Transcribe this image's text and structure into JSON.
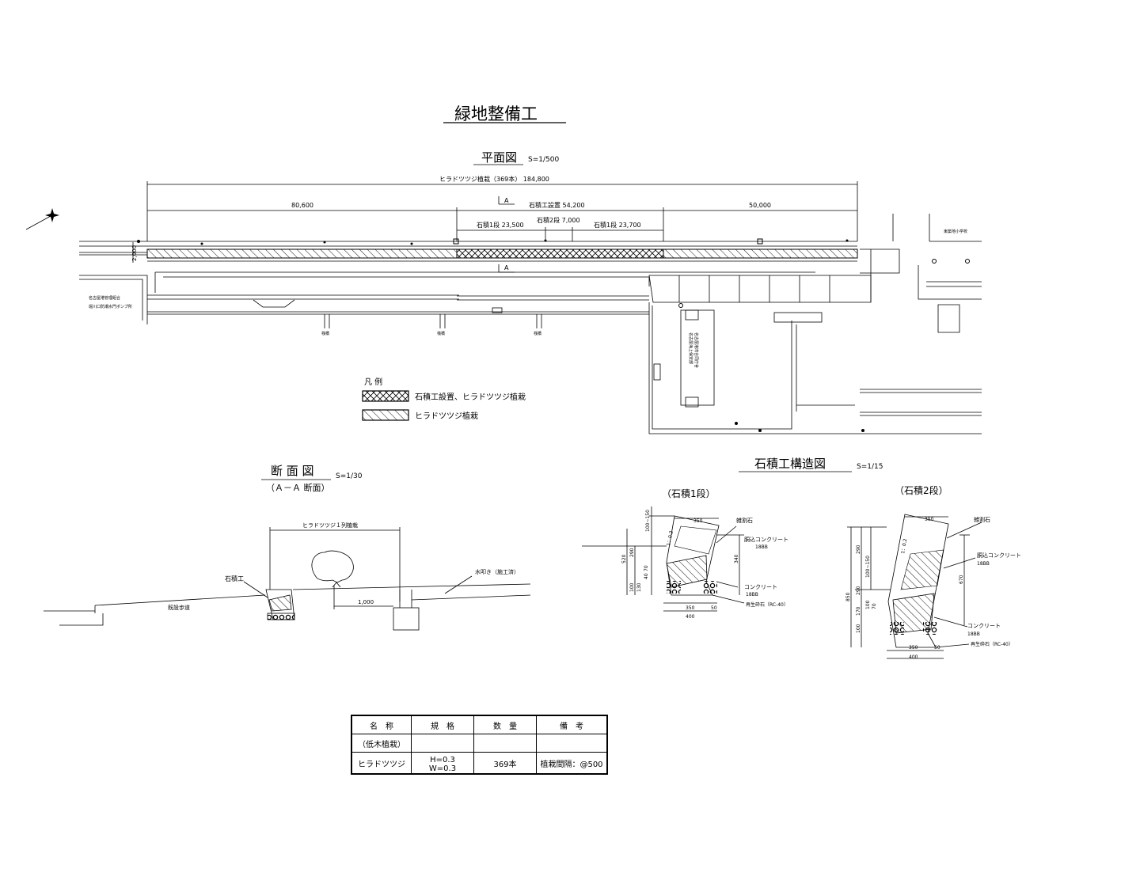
{
  "title": "緑地整備工",
  "plan": {
    "heading": "平面図",
    "scale": "S=1/500",
    "dims": {
      "total": "ヒラドツツジ植栽（369本） 184,800",
      "left": "80,600",
      "stone_range": "石積工設置 54,200",
      "right": "50,000",
      "stone1a": "石積1段 23,500",
      "stone2": "石積2段 7,000",
      "stone1b": "石積1段 23,700",
      "width": "2,000"
    },
    "section_mark": "A",
    "labels": {
      "pump_station_1": "名古屋港管理組合",
      "pump_station_2": "堀川口防潮水門ポンプ所",
      "school": "東築地小学校",
      "building_1": "名古屋海上保安部",
      "building_2": "名古屋港湾合同庁舎",
      "pier_1": "桟橋",
      "pier_2": "桟橋",
      "pier_3": "桟橋"
    },
    "legend": {
      "title": "凡 例",
      "items": [
        "石積工設置、ヒラドツツジ植栽",
        "ヒラドツツジ植栽"
      ]
    }
  },
  "section": {
    "heading": "断 面 図",
    "scale": "S=1/30",
    "sub": "（Ａ－Ａ 断面）",
    "planting_width": "ヒラドツツジ１列植栽",
    "stone_label": "石積工",
    "walkway": "既設歩道",
    "drain": "水叩き（施工済）",
    "dim": "1,000"
  },
  "structure": {
    "heading": "石積工構造図",
    "scale": "S=1/15",
    "one_tier": {
      "title": "（石積1段）",
      "labels": [
        "雑割石",
        "胴込コンクリート",
        "18BB",
        "コンクリート",
        "18BB",
        "再生砕石（RC-40）"
      ],
      "dims": [
        "350",
        "100~150",
        "290",
        "520",
        "340",
        "100",
        "130",
        "40",
        "70",
        "350",
        "50",
        "400"
      ],
      "slope": "1：0.2"
    },
    "two_tier": {
      "title": "（石積2段）",
      "labels": [
        "雑割石",
        "胴込コンクリート",
        "18BB",
        "コンクリート",
        "18BB",
        "再生砕石（RC-40）"
      ],
      "dims": [
        "350",
        "290",
        "100~150",
        "850",
        "290",
        "670",
        "170",
        "100",
        "70",
        "100",
        "350",
        "50",
        "400"
      ],
      "slope": "1：0.2"
    }
  },
  "table": {
    "headers": [
      "名　称",
      "規　格",
      "数　量",
      "備　考"
    ],
    "rows": [
      [
        "（低木植栽）",
        "",
        "",
        ""
      ],
      [
        "ヒラドツツジ",
        "H=0.3　W=0.3",
        "369本",
        "植栽間隔：@500"
      ]
    ]
  }
}
